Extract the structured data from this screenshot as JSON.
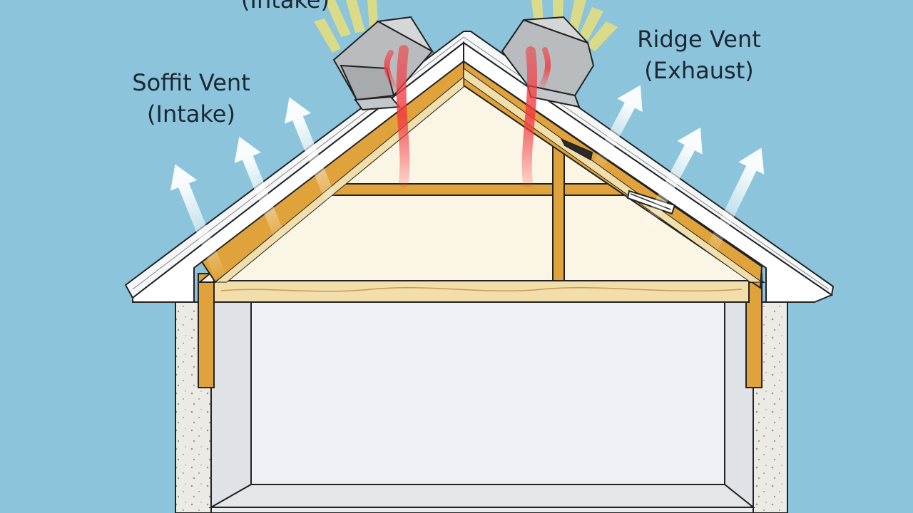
{
  "labels": {
    "top_vent": {
      "line1": "",
      "line2": "(Intake)"
    },
    "soffit_vent": {
      "line1": "Soffit Vent",
      "line2": "(Intake)"
    },
    "ridge_vent": {
      "line1": "Ridge Vent",
      "line2": "(Exhaust)"
    }
  },
  "colors": {
    "sky": "#8cc4dc",
    "attic_fill": "#fbf5e6",
    "wood": "#e0a33c",
    "timber": "#f1deaa",
    "wall": "#e9ecef",
    "roof_trim": "#f4f6f8",
    "vent_metal": "#b9bcbf",
    "hot_air": "#f23c42",
    "cool_air": "#eaf6fc",
    "sun_rays": "#e8e07a",
    "outline": "#222222"
  },
  "icons": {
    "hot_air": "red-heat-stream-icon",
    "cool_air": "white-airflow-arrow-icon",
    "sun": "sun-ray-icon"
  }
}
